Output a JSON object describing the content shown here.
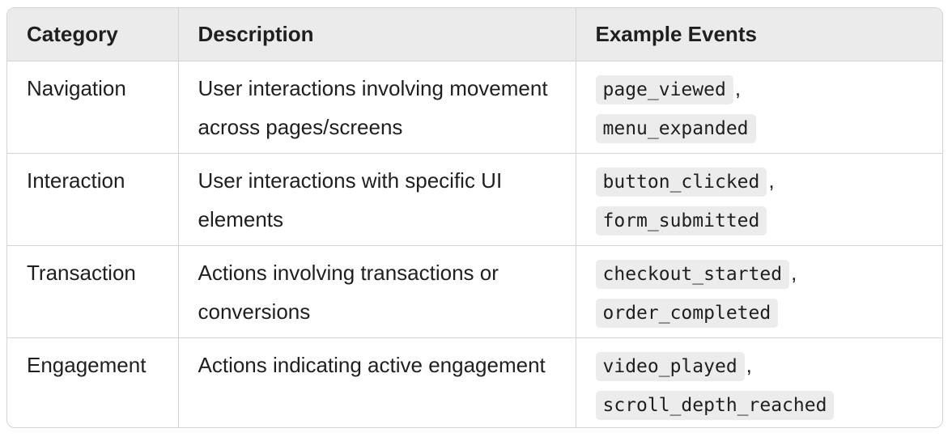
{
  "table": {
    "headers": {
      "category": "Category",
      "description": "Description",
      "examples": "Example Events"
    },
    "rows": [
      {
        "category": "Navigation",
        "description": "User interactions involving movement across pages/screens",
        "event1": "page_viewed",
        "event2": "menu_expanded"
      },
      {
        "category": "Interaction",
        "description": "User interactions with specific UI elements",
        "event1": "button_clicked",
        "event2": "form_submitted"
      },
      {
        "category": "Transaction",
        "description": "Actions involving transactions or conversions",
        "event1": "checkout_started",
        "event2": "order_completed"
      },
      {
        "category": "Engagement",
        "description": "Actions indicating active engagement",
        "event1": "video_played",
        "event2": "scroll_depth_reached"
      }
    ],
    "separator": ","
  }
}
